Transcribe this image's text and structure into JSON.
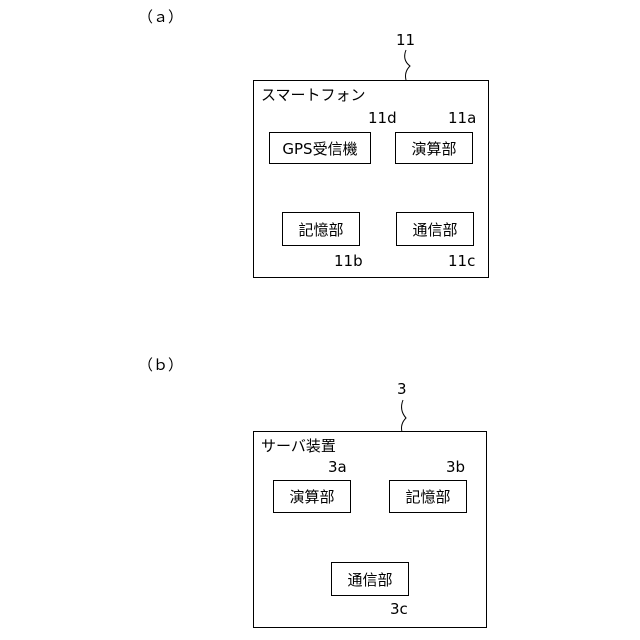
{
  "figure_a": {
    "panel_label": "（ａ）",
    "ref": "11",
    "title": "スマートフォン",
    "blocks": {
      "gps": {
        "label": "GPS受信機",
        "ref": "11d"
      },
      "calc": {
        "label": "演算部",
        "ref": "11a"
      },
      "storage": {
        "label": "記憶部",
        "ref": "11b"
      },
      "comm": {
        "label": "通信部",
        "ref": "11c"
      }
    }
  },
  "figure_b": {
    "panel_label": "（ｂ）",
    "ref": "3",
    "title": "サーバ装置",
    "blocks": {
      "calc": {
        "label": "演算部",
        "ref": "3a"
      },
      "storage": {
        "label": "記憶部",
        "ref": "3b"
      },
      "comm": {
        "label": "通信部",
        "ref": "3c"
      }
    }
  }
}
